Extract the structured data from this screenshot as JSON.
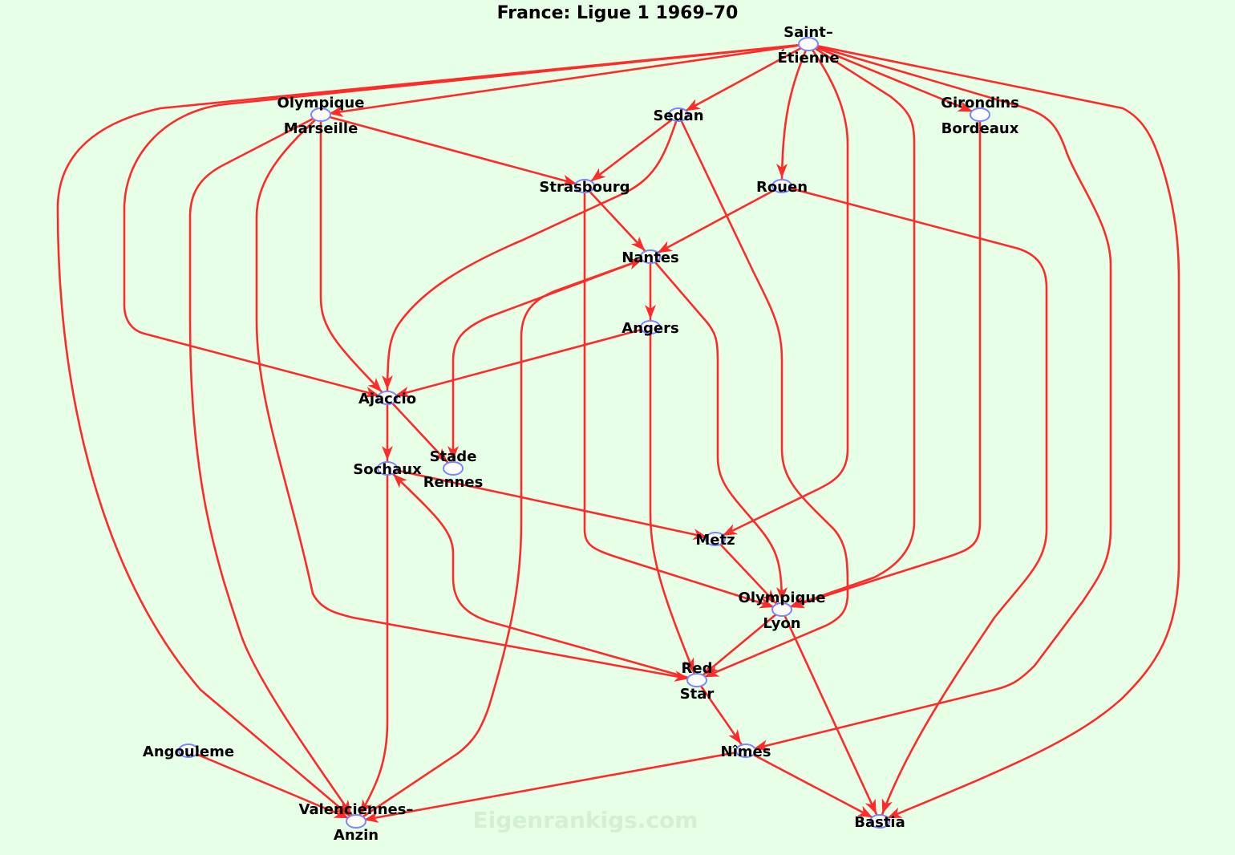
{
  "title": "France: Ligue 1 1969–70",
  "watermark": "Eigenrankigs.com",
  "colors": {
    "background": "#e6ffe6",
    "edge": "#ff2a2a",
    "node_stroke": "#7a86ff",
    "node_fill": "#ffffff"
  },
  "nodes": [
    {
      "id": "saint-etienne",
      "lines": [
        "Saint–",
        "Étienne"
      ]
    },
    {
      "id": "marseille",
      "lines": [
        "Olympique",
        "Marseille"
      ]
    },
    {
      "id": "sedan",
      "lines": [
        "Sedan"
      ]
    },
    {
      "id": "bordeaux",
      "lines": [
        "Girondins",
        "Bordeaux"
      ]
    },
    {
      "id": "strasbourg",
      "lines": [
        "Strasbourg"
      ]
    },
    {
      "id": "rouen",
      "lines": [
        "Rouen"
      ]
    },
    {
      "id": "nantes",
      "lines": [
        "Nantes"
      ]
    },
    {
      "id": "angers",
      "lines": [
        "Angers"
      ]
    },
    {
      "id": "ajaccio",
      "lines": [
        "Ajaccio"
      ]
    },
    {
      "id": "sochaux",
      "lines": [
        "Sochaux"
      ]
    },
    {
      "id": "rennes",
      "lines": [
        "Stade",
        "Rennes"
      ]
    },
    {
      "id": "metz",
      "lines": [
        "Metz"
      ]
    },
    {
      "id": "lyon",
      "lines": [
        "Olympique",
        "Lyon"
      ]
    },
    {
      "id": "redstar",
      "lines": [
        "Red",
        "Star"
      ]
    },
    {
      "id": "nimes",
      "lines": [
        "Nîmes"
      ]
    },
    {
      "id": "angouleme",
      "lines": [
        "Angouleme"
      ]
    },
    {
      "id": "valenciennes",
      "lines": [
        "Valenciennes–",
        "Anzin"
      ]
    },
    {
      "id": "bastia",
      "lines": [
        "Bastia"
      ]
    }
  ],
  "edges": [
    {
      "from": "saint-etienne",
      "to": "marseille"
    },
    {
      "from": "saint-etienne",
      "to": "ajaccio"
    },
    {
      "from": "saint-etienne",
      "to": "valenciennes"
    },
    {
      "from": "saint-etienne",
      "to": "sedan"
    },
    {
      "from": "saint-etienne",
      "to": "rouen"
    },
    {
      "from": "saint-etienne",
      "to": "metz"
    },
    {
      "from": "saint-etienne",
      "to": "lyon"
    },
    {
      "from": "saint-etienne",
      "to": "bordeaux"
    },
    {
      "from": "saint-etienne",
      "to": "nimes"
    },
    {
      "from": "saint-etienne",
      "to": "bastia"
    },
    {
      "from": "marseille",
      "to": "strasbourg"
    },
    {
      "from": "marseille",
      "to": "ajaccio"
    },
    {
      "from": "marseille",
      "to": "valenciennes"
    },
    {
      "from": "marseille",
      "to": "redstar"
    },
    {
      "from": "sedan",
      "to": "strasbourg"
    },
    {
      "from": "sedan",
      "to": "ajaccio"
    },
    {
      "from": "sedan",
      "to": "redstar"
    },
    {
      "from": "bordeaux",
      "to": "lyon"
    },
    {
      "from": "strasbourg",
      "to": "nantes"
    },
    {
      "from": "strasbourg",
      "to": "lyon"
    },
    {
      "from": "rouen",
      "to": "nantes"
    },
    {
      "from": "rouen",
      "to": "bastia"
    },
    {
      "from": "nantes",
      "to": "angers"
    },
    {
      "from": "nantes",
      "to": "rennes"
    },
    {
      "from": "nantes",
      "to": "lyon"
    },
    {
      "from": "valenciennes",
      "to": "nantes"
    },
    {
      "from": "angers",
      "to": "ajaccio"
    },
    {
      "from": "angers",
      "to": "redstar"
    },
    {
      "from": "ajaccio",
      "to": "sochaux"
    },
    {
      "from": "ajaccio",
      "to": "rennes"
    },
    {
      "from": "sochaux",
      "to": "metz"
    },
    {
      "from": "sochaux",
      "to": "valenciennes"
    },
    {
      "from": "redstar",
      "to": "sochaux"
    },
    {
      "from": "metz",
      "to": "lyon"
    },
    {
      "from": "lyon",
      "to": "redstar"
    },
    {
      "from": "lyon",
      "to": "bastia"
    },
    {
      "from": "redstar",
      "to": "nimes"
    },
    {
      "from": "nimes",
      "to": "bastia"
    },
    {
      "from": "nimes",
      "to": "valenciennes"
    },
    {
      "from": "angouleme",
      "to": "valenciennes"
    }
  ]
}
